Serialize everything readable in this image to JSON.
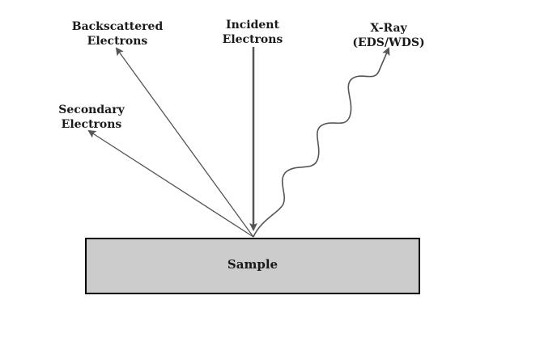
{
  "labels": {
    "backscattered_line1": "Backscattered",
    "backscattered_line2": "Electrons",
    "incident_line1": "Incident",
    "incident_line2": "Electrons",
    "xray_line1": "X-Ray",
    "xray_line2": "(EDS/WDS)",
    "secondary_line1": "Secondary",
    "secondary_line2": "Electrons",
    "sample": "Sample"
  },
  "colors": {
    "sample_fill": "#cccccc",
    "outline": "#000000",
    "arrow": "#555555"
  }
}
